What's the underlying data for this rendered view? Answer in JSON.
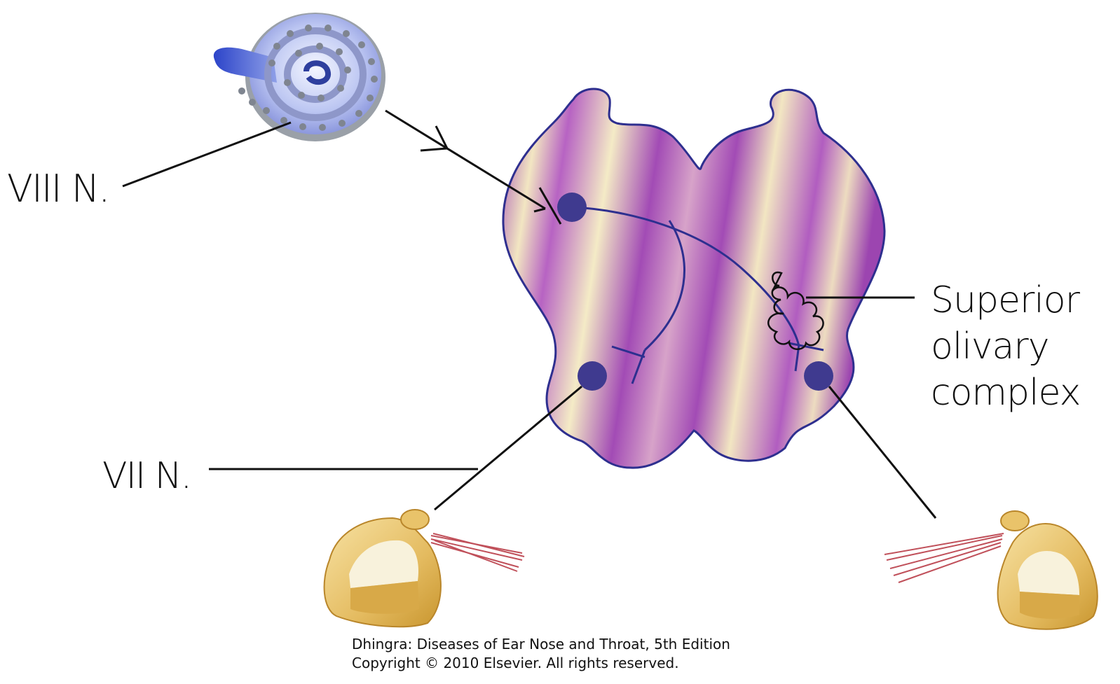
{
  "labels": {
    "viii_nerve": "VIII N.",
    "vii_nerve": "VII N.",
    "superior_olivary_complex": [
      "Superior",
      "olivary",
      "complex"
    ]
  },
  "credit": {
    "line1": "Dhingra: Diseases of Ear Nose and Throat, 5th Edition",
    "line2": "Copyright © 2010 Elsevier. All rights reserved."
  },
  "colors": {
    "brainstem": "#a553b8",
    "brainstem_light": "#f3e9c0",
    "nucleus": "#3f3a8f",
    "pathway": "#2d2f8f",
    "cochlea": "#b5bdf0",
    "stapes": "#e8c06a",
    "muscle": "#c0505a"
  }
}
